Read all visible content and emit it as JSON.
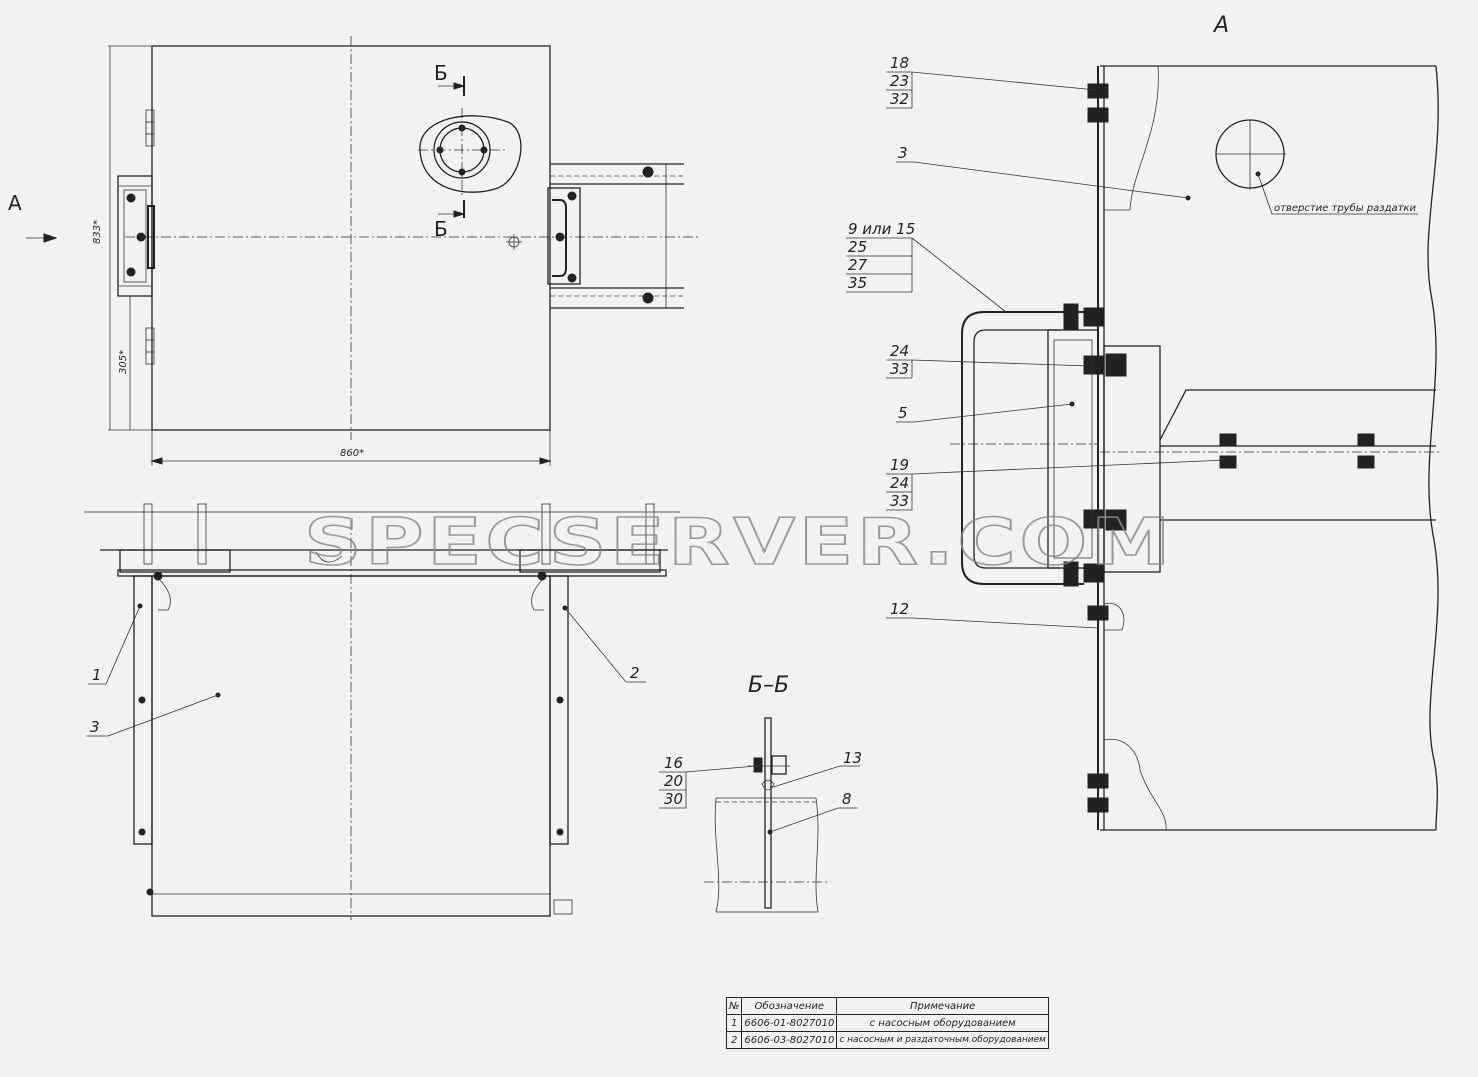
{
  "views": {
    "view_arrow_label": "А",
    "detail_view_title": "А",
    "section_mark": "Б",
    "section_title": "Б–Б"
  },
  "dimensions": {
    "height_total": "833*",
    "height_lower": "305*",
    "width": "860*"
  },
  "callouts": {
    "top_view": [
      "1",
      "2",
      "3"
    ],
    "view_a": {
      "c18": [
        "18",
        "23",
        "32"
      ],
      "c3": "3",
      "c9": [
        "9 или 15",
        "25",
        "27",
        "35"
      ],
      "c24": [
        "24",
        "33"
      ],
      "c5": "5",
      "c19": [
        "19",
        "24",
        "33"
      ],
      "c12": "12",
      "hole_note": "отверстие трубы раздатки"
    },
    "section": {
      "c16": [
        "16",
        "20",
        "30"
      ],
      "c13": "13",
      "c8": "8"
    }
  },
  "watermark": "SPECSERVER.COM",
  "variant_table": {
    "headers": [
      "№",
      "Обозначение",
      "Примечание"
    ],
    "rows": [
      [
        "1",
        "6606-01-8027010",
        "с насосным оборудованием"
      ],
      [
        "2",
        "6606-03-8027010",
        "с насосным и раздаточным оборудованием"
      ]
    ]
  }
}
